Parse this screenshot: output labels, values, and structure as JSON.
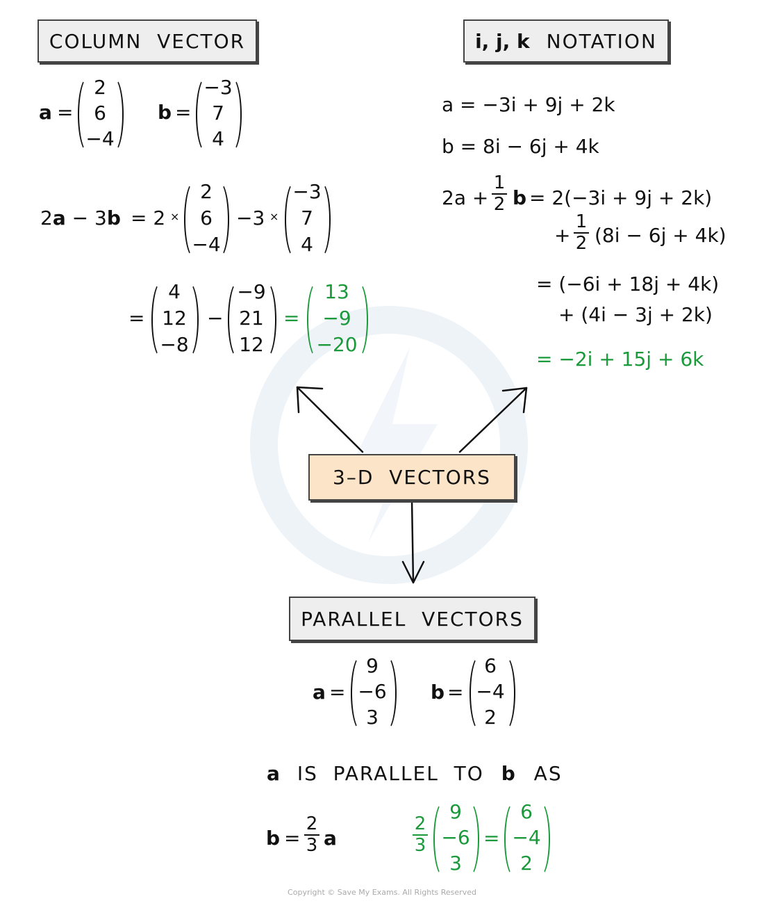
{
  "boxes": {
    "column_vector": "COLUMN  VECTOR",
    "ijk_notation_bold": "i, j, k",
    "ijk_notation_rest": "NOTATION",
    "central": "3–D  VECTORS",
    "parallel": "PARALLEL  VECTORS"
  },
  "column": {
    "a_label": "a",
    "eq": "=",
    "a_vec": [
      "2",
      "6",
      "−4"
    ],
    "b_label": "b",
    "b_vec": [
      "−3",
      "7",
      "4"
    ],
    "expr_lhs_2": "2",
    "expr_lhs_a": "a",
    "expr_lhs_minus3": " − 3",
    "expr_lhs_b": "b",
    "expr_eq": "= 2",
    "times": "×",
    "minus3": "−3",
    "line2_eq": "=",
    "v4_12_m8": [
      "4",
      "12",
      "−8"
    ],
    "minus": "−",
    "vm9_21_12": [
      "−9",
      "21",
      "12"
    ],
    "green_eq": "=",
    "result": [
      "13",
      "−9",
      "−20"
    ]
  },
  "ijk": {
    "a_line": "a = −3i + 9j + 2k",
    "b_line": "b = 8i − 6j + 4k",
    "line3_start": "2a +",
    "half_num": "1",
    "half_den": "2",
    "line3_b": "b",
    "line3_rest": "= 2(−3i + 9j + 2k)",
    "line4_plus": "+",
    "line4_rest": "(8i − 6j + 4k)",
    "line5": "= (−6i + 18j + 4k)",
    "line6": "+ (4i − 3j + 2k)",
    "result": "= −2i + 15j + 6k"
  },
  "parallel": {
    "a_label": "a",
    "eq": "=",
    "a_vec": [
      "9",
      "−6",
      "3"
    ],
    "b_label": "b",
    "b_vec": [
      "6",
      "−4",
      "2"
    ],
    "statement_a": "a",
    "statement_mid": "IS  PARALLEL  TO",
    "statement_b": "b",
    "statement_end": "AS",
    "rel_b": "b",
    "rel_eq": "=",
    "frac_num": "2",
    "frac_den": "3",
    "rel_a": "a",
    "g_frac_num": "2",
    "g_frac_den": "3",
    "g_vec1": [
      "9",
      "−6",
      "3"
    ],
    "g_eq": "=",
    "g_vec2": [
      "6",
      "−4",
      "2"
    ]
  },
  "copyright": "Copyright © Save My Exams. All Rights Reserved",
  "colors": {
    "green": "#1a9a3a",
    "central_box": "#fce4c8",
    "box": "#eeeeee"
  }
}
